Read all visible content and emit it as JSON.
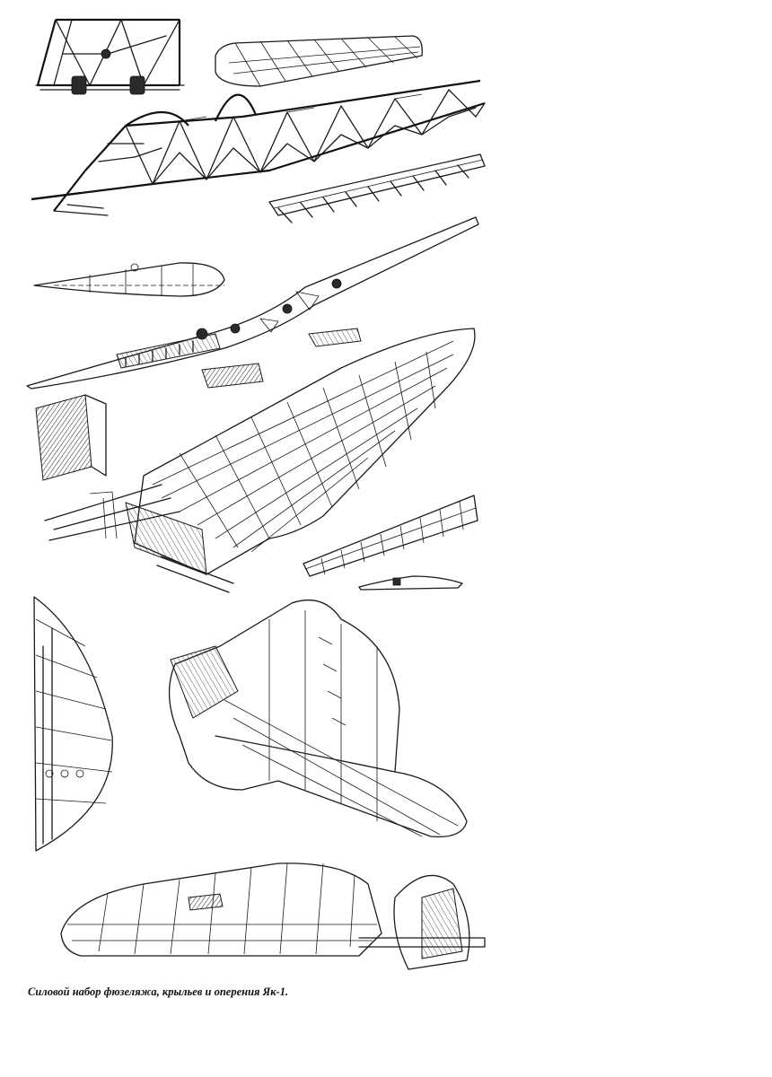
{
  "caption": "Силовой набор фюзеляжа, крыльев и оперения Як-1.",
  "drawings": [
    "engine-mount-truss",
    "fuselage-top-fairing",
    "fuselage-steel-truss",
    "fuselage-floor-frame",
    "wing-rib",
    "wing-spar",
    "spar-fittings",
    "wing-structure-cutaway",
    "aileron-frame",
    "flap-section",
    "fin-and-rudder",
    "horizontal-tail",
    "elevator"
  ]
}
